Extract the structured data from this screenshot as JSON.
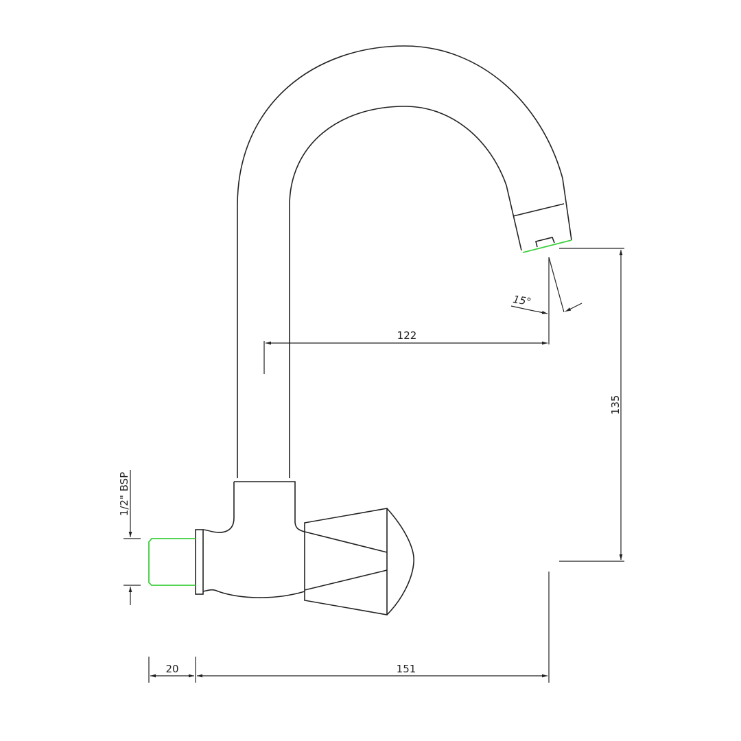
{
  "drawing": {
    "title": "Wall-mounted swan-neck tap technical drawing",
    "accent_color": "#3ccf3c",
    "line_color": "#222222"
  },
  "dimensions": {
    "spout_reach": "122",
    "spout_height": "135",
    "total_projection": "151",
    "inlet_length": "20",
    "spout_angle": "15°",
    "inlet_thread": "1/2\" BSP"
  }
}
